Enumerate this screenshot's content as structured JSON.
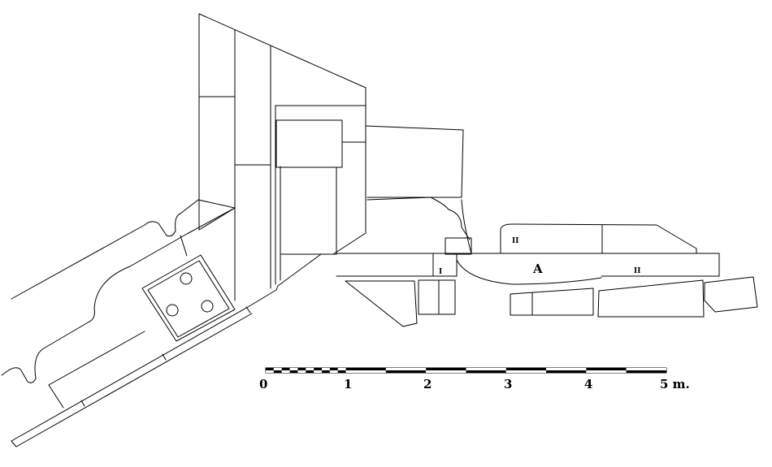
{
  "labels": {
    "area": "A",
    "mark_i": "I",
    "mark_ii_upper": "II",
    "mark_ii_lower": "II"
  },
  "scale": {
    "ticks": [
      "0",
      "1",
      "2",
      "3",
      "4"
    ],
    "last_tick": "5 m."
  },
  "colors": {
    "line": "#000000",
    "background": "#ffffff"
  }
}
